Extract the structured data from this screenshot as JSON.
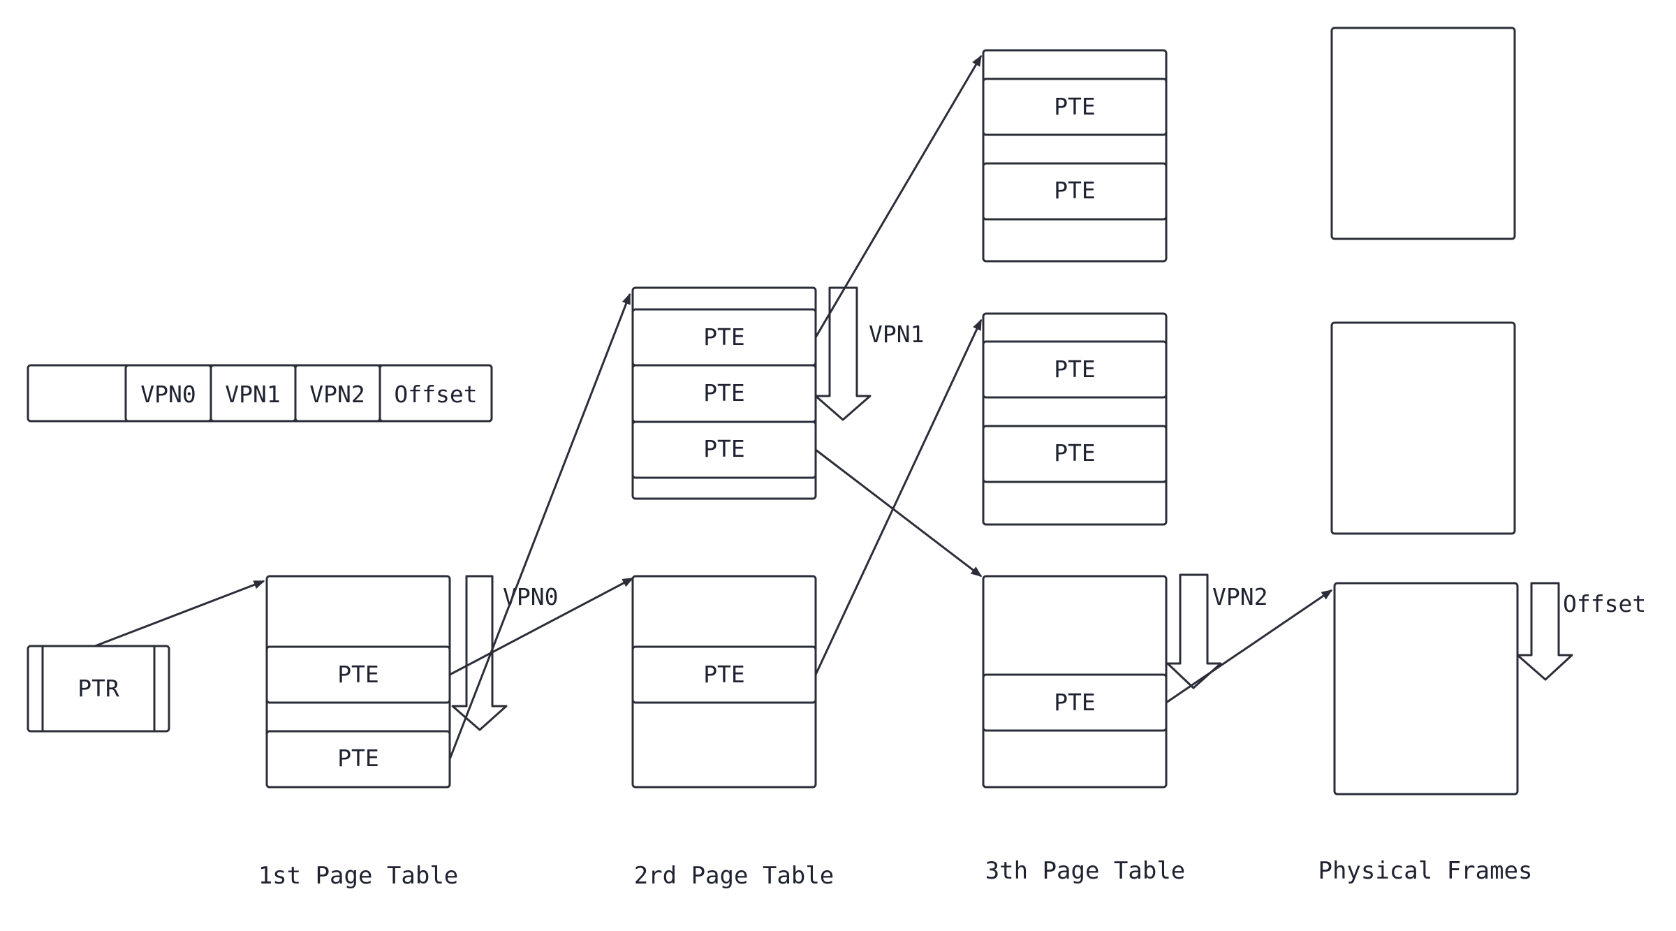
{
  "address": {
    "fields": [
      "VPN0",
      "VPN1",
      "VPN2",
      "Offset"
    ]
  },
  "ptr_label": "PTR",
  "pte_label": "PTE",
  "index_labels": {
    "vpn0": "VPN0",
    "vpn1": "VPN1",
    "vpn2": "VPN2",
    "offset": "Offset"
  },
  "captions": {
    "first": "1st Page Table",
    "second": "2rd Page Table",
    "third": "3th Page Table",
    "frames": "Physical Frames"
  },
  "colors": {
    "stroke": "#2b2e38",
    "text": "#1f2230",
    "background": "#ffffff"
  }
}
